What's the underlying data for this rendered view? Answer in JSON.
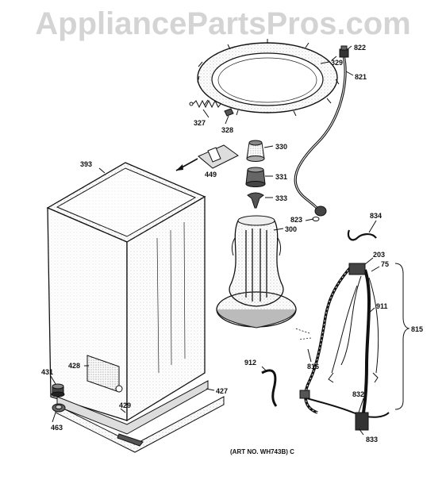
{
  "watermark": "AppliancePartsPros.com",
  "art_no": "(ART NO. WH743B) C",
  "callouts": {
    "c822": "822",
    "c329": "329",
    "c821": "821",
    "c327": "327",
    "c328": "328",
    "c330": "330",
    "c331": "331",
    "c333": "333",
    "c393": "393",
    "c449": "449",
    "c823": "823",
    "c300": "300",
    "c834": "834",
    "c203": "203",
    "c75": "75",
    "c911": "911",
    "c815": "815",
    "c428": "428",
    "c912": "912",
    "c816": "816",
    "c431": "431",
    "c427": "427",
    "c429": "429",
    "c463": "463",
    "c832": "832",
    "c833": "833"
  }
}
